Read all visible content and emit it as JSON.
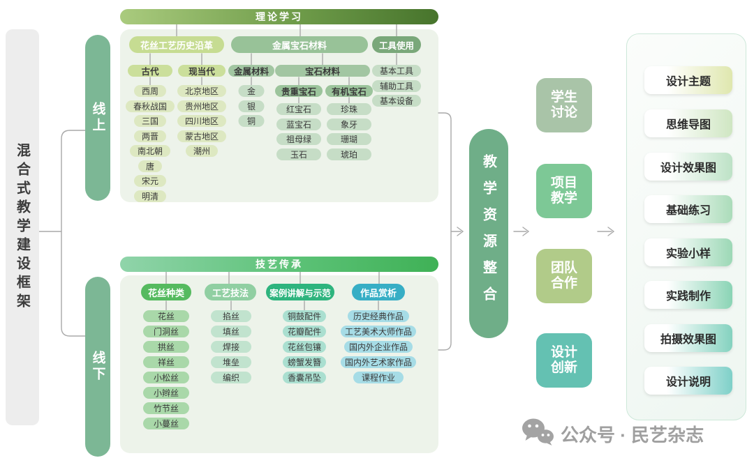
{
  "root_title": "混合式教学建设框架",
  "online_label": "线上",
  "offline_label": "线下",
  "theory": {
    "title": "理论学习",
    "header_history": "花丝工艺历史沿革",
    "header_materials": "金属宝石材料",
    "header_tools": "工具使用",
    "col_ancient": {
      "label": "古代",
      "items": [
        "西周",
        "春秋战国",
        "三国",
        "两晋",
        "南北朝",
        "唐",
        "宋元",
        "明清"
      ]
    },
    "col_modern": {
      "label": "现当代",
      "items": [
        "北京地区",
        "贵州地区",
        "四川地区",
        "蒙古地区",
        "潮州"
      ]
    },
    "col_metal": {
      "label": "金属材料",
      "items": [
        "金",
        "银",
        "铜"
      ]
    },
    "col_gem": {
      "label": "宝石材料"
    },
    "col_precious": {
      "label": "贵重宝石",
      "items": [
        "红宝石",
        "蓝宝石",
        "祖母绿",
        "玉石"
      ]
    },
    "col_organic": {
      "label": "有机宝石",
      "items": [
        "珍珠",
        "象牙",
        "珊瑚",
        "琥珀"
      ]
    },
    "tools_items": [
      "基本工具",
      "辅助工具",
      "基本设备"
    ]
  },
  "practice": {
    "title": "技艺传承",
    "col_types": {
      "label": "花丝种类",
      "items": [
        "花丝",
        "门洞丝",
        "拱丝",
        "祥丝",
        "小松丝",
        "小辫丝",
        "竹节丝",
        "小蔓丝"
      ]
    },
    "col_techniques": {
      "label": "工艺技法",
      "items": [
        "掐丝",
        "填丝",
        "焊接",
        "堆垒",
        "编织"
      ]
    },
    "col_cases": {
      "label": "案例讲解与示范",
      "items": [
        "铜鼓配件",
        "花瓣配件",
        "花丝包镶",
        "螃蟹发簪",
        "香囊吊坠"
      ]
    },
    "col_appreciation": {
      "label": "作品赏析",
      "items": [
        "历史经典作品",
        "工艺美术大师作品",
        "国内外企业作品",
        "国内外艺术家作品",
        "课程作业"
      ]
    }
  },
  "integration_label": "教学资源整合",
  "methods": [
    {
      "line1": "学生",
      "line2": "讨论",
      "color": "#a9c4a8"
    },
    {
      "line1": "项目",
      "line2": "教学",
      "color": "#7dc896"
    },
    {
      "line1": "团队",
      "line2": "合作",
      "color": "#b1cb89"
    },
    {
      "line1": "设计",
      "line2": "创新",
      "color": "#64c1b2"
    }
  ],
  "outputs": [
    {
      "label": "设计主题",
      "color": "#dfe7ae"
    },
    {
      "label": "思维导图",
      "color": "#cfe6c2"
    },
    {
      "label": "设计效果图",
      "color": "#bde2c6"
    },
    {
      "label": "基础练习",
      "color": "#abdcba"
    },
    {
      "label": "实验小样",
      "color": "#9cd8b6"
    },
    {
      "label": "实践制作",
      "color": "#8ad4b5"
    },
    {
      "label": "拍摄效果图",
      "color": "#84d2bf"
    },
    {
      "label": "设计说明",
      "color": "#7ed0c8"
    }
  ],
  "watermark": "公众号 · 民艺杂志",
  "colors": {
    "theory_bar_from": "#aacb7e",
    "theory_bar_to": "#47742c",
    "practice_bar_from": "#90d4aa",
    "practice_bar_to": "#3fb156",
    "header_history": "#c6dc92",
    "header_materials": "#98c298",
    "header_tools": "#7aa87a",
    "header_types": "#55ba5f",
    "header_techniques": "#90cfa2",
    "header_cases": "#2eb47e",
    "header_appreciation": "#37aec5",
    "integration_bar": "#6fae88",
    "branch_bar": "#7cb795",
    "root_bg": "#ededed",
    "panel_bg": "#edf3ea",
    "connector": "#a9a9a9"
  }
}
